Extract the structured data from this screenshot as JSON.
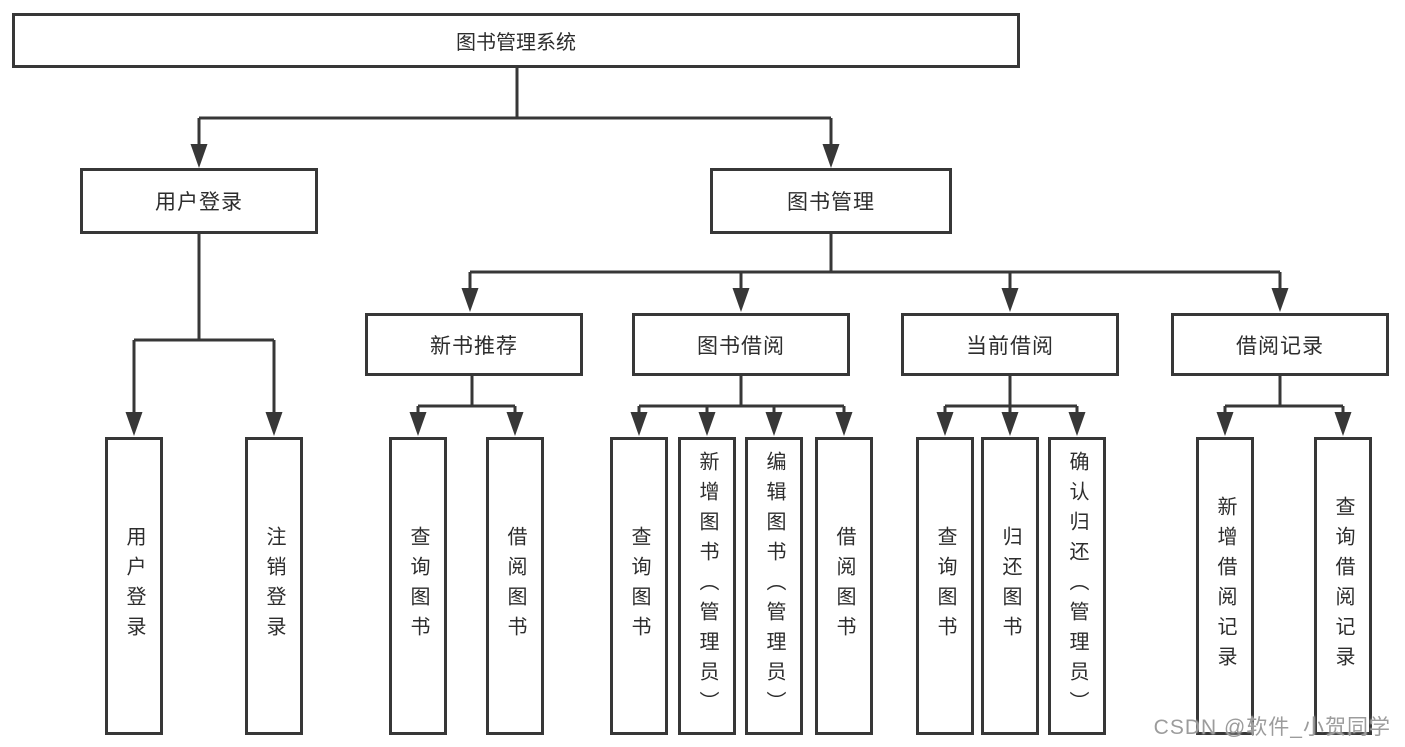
{
  "colors": {
    "line": "#373737",
    "box_border": "#373737",
    "box_background": "#ffffff",
    "text": "#2d2d2d",
    "watermark": "#9c9c9c"
  },
  "nodes": {
    "root": {
      "label": "图书管理系统"
    },
    "level2": [
      {
        "id": "user-login",
        "label": "用户登录"
      },
      {
        "id": "book-management",
        "label": "图书管理"
      }
    ],
    "level3": [
      {
        "id": "new-book-recommend",
        "parent": "图书管理",
        "label": "新书推荐"
      },
      {
        "id": "book-borrowing",
        "parent": "图书管理",
        "label": "图书借阅"
      },
      {
        "id": "current-borrowing",
        "parent": "图书管理",
        "label": "当前借阅"
      },
      {
        "id": "borrowing-records",
        "parent": "图书管理",
        "label": "借阅记录"
      }
    ],
    "leaves": [
      {
        "parent": "用户登录",
        "label": "用户登录"
      },
      {
        "parent": "用户登录",
        "label": "注销登录"
      },
      {
        "parent": "新书推荐",
        "label": "查询图书"
      },
      {
        "parent": "新书推荐",
        "label": "借阅图书"
      },
      {
        "parent": "图书借阅",
        "label": "查询图书"
      },
      {
        "parent": "图书借阅",
        "label": "新增图书（管理员）"
      },
      {
        "parent": "图书借阅",
        "label": "编辑图书（管理员）"
      },
      {
        "parent": "图书借阅",
        "label": "借阅图书"
      },
      {
        "parent": "当前借阅",
        "label": "查询图书"
      },
      {
        "parent": "当前借阅",
        "label": "归还图书"
      },
      {
        "parent": "当前借阅",
        "label": "确认归还（管理员）"
      },
      {
        "parent": "借阅记录",
        "label": "新增借阅记录"
      },
      {
        "parent": "借阅记录",
        "label": "查询借阅记录"
      }
    ]
  },
  "watermark": {
    "text": "CSDN @软件_小贺同学"
  }
}
